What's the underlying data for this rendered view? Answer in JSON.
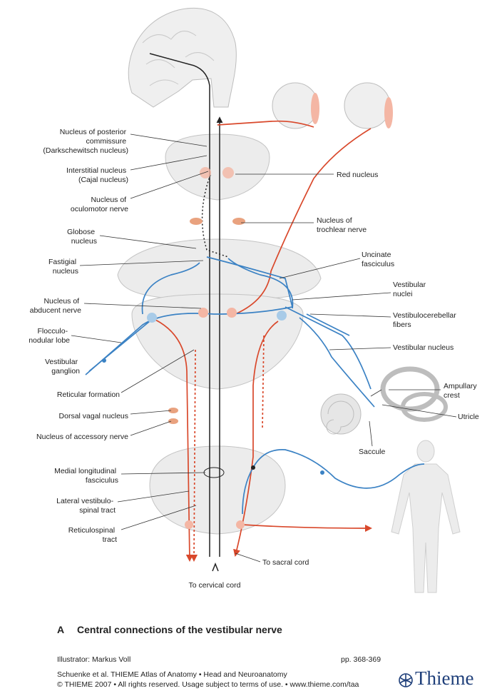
{
  "figure": {
    "letter": "A",
    "title": "Central connections of the vestibular nerve"
  },
  "labels": {
    "left": [
      [
        "Nucleus of posterior",
        "commissure",
        "(Darkschewitsch nucleus)"
      ],
      [
        "Interstitial nucleus",
        "(Cajal nucleus)"
      ],
      [
        "Nucleus of",
        "oculomotor nerve"
      ],
      [
        "Globose",
        "nucleus"
      ],
      [
        "Fastigial",
        "nucleus"
      ],
      [
        "Nucleus of",
        "abducent nerve"
      ],
      [
        "Flocculo-",
        "nodular lobe"
      ],
      [
        "Vestibular",
        "ganglion"
      ],
      [
        "Reticular formation"
      ],
      [
        "Dorsal vagal nucleus"
      ],
      [
        "Nucleus of accessory nerve"
      ],
      [
        "Medial longitudinal",
        "fasciculus"
      ],
      [
        "Lateral vestibulo-",
        "spinal tract"
      ],
      [
        "Reticulospinal",
        "tract"
      ]
    ],
    "right": [
      [
        "Red nucleus"
      ],
      [
        "Nucleus of",
        "trochlear nerve"
      ],
      [
        "Uncinate",
        "fasciculus"
      ],
      [
        "Vestibular",
        "nuclei"
      ],
      [
        "Vestibulocerebellar",
        "fibers"
      ],
      [
        "Vestibular nucleus"
      ],
      [
        "Ampullary",
        "crest"
      ],
      [
        "Utricle"
      ],
      [
        "Saccule"
      ]
    ],
    "bottom": [
      [
        "To sacral cord"
      ],
      [
        "To cervical cord"
      ]
    ]
  },
  "footer": {
    "illustrator": "Illustrator: Markus Voll",
    "pages": "pp. 368-369",
    "source": "Schuenke et al. THIEME Atlas of Anatomy • Head and Neuroanatomy",
    "copyright": "© THIEME 2007 • All rights reserved. Usage subject to terms of use. • www.thieme.com/taa",
    "publisher": "Thieme"
  },
  "colors": {
    "vestibular_pathway": "#3b82c4",
    "motor_pathway": "#d9482b",
    "central_axis": "#222222",
    "tissue": "#ececec",
    "nucleus_fill": "#f4b6a4",
    "publisher_blue": "#1f3f7a"
  }
}
